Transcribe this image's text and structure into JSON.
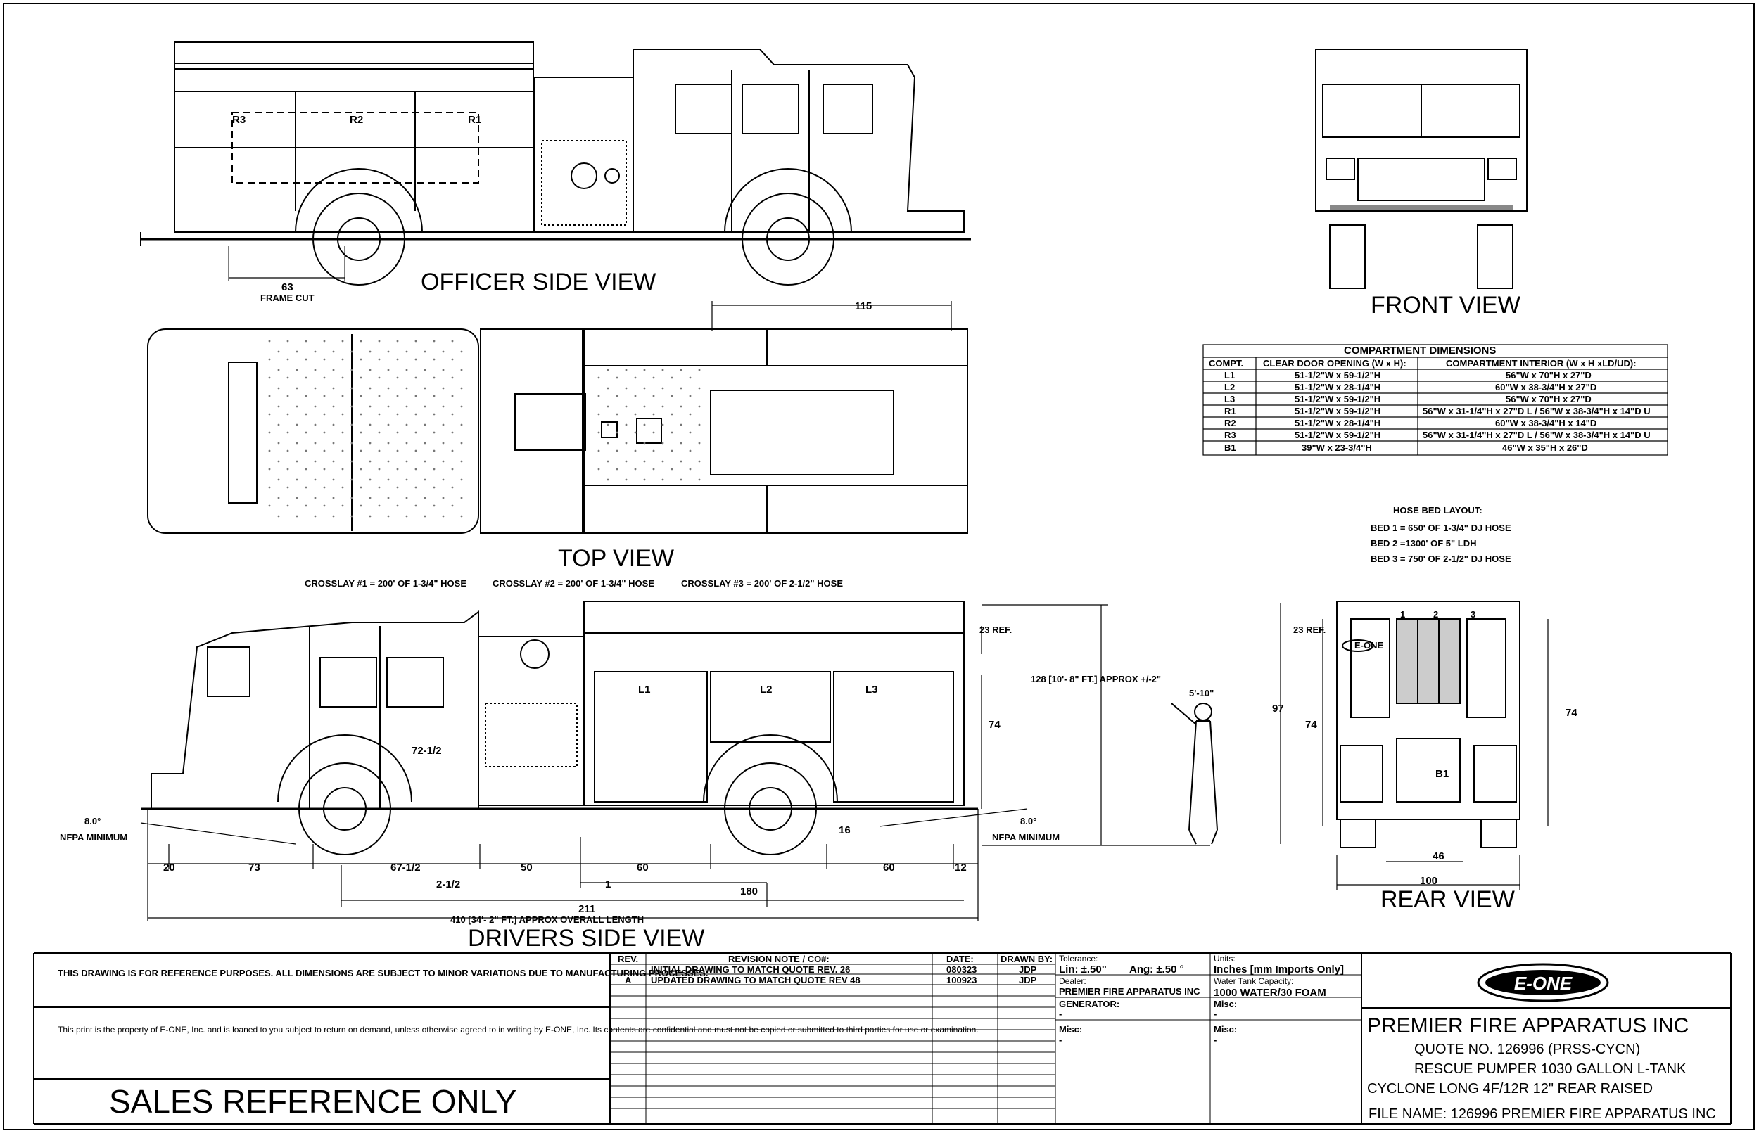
{
  "views": {
    "officer_side": "OFFICER SIDE VIEW",
    "front": "FRONT VIEW",
    "top": "TOP VIEW",
    "drivers_side": "DRIVERS SIDE VIEW",
    "rear": "REAR VIEW"
  },
  "officer_side": {
    "compartments": [
      "R3",
      "R2",
      "R1"
    ],
    "frame_cut_value": "63",
    "frame_cut_label": "FRAME CUT"
  },
  "top_view": {
    "dim_115": "115"
  },
  "crosslays": {
    "c1": "CROSSLAY #1 = 200' OF 1-3/4\" HOSE",
    "c2": "CROSSLAY #2 = 200' OF 1-3/4\" HOSE",
    "c3": "CROSSLAY #3 = 200' OF 2-1/2\" HOSE"
  },
  "drivers_side": {
    "compartments": [
      "L1",
      "L2",
      "L3"
    ],
    "cab_dim": "72-1/2",
    "ref23": "23 REF.",
    "overall_height": "128 [10'- 8\" FT.] APPROX +/-2\"",
    "height74": "74",
    "person_height": "5'-10\"",
    "nfpa_angle": "8.0°",
    "nfpa_label": "NFPA MINIMUM",
    "dim16": "16",
    "bottom_dims": [
      "20",
      "73",
      "67-1/2",
      "50",
      "60",
      "60",
      "12"
    ],
    "dim_2_1_2": "2-1/2",
    "dim_1": "1",
    "dim_180": "180",
    "dim_211": "211",
    "overall_length": "410 [34'- 2\" FT.] APPROX OVERALL LENGTH"
  },
  "compartment_table": {
    "title": "COMPARTMENT DIMENSIONS",
    "headers": [
      "COMPT.",
      "CLEAR DOOR OPENING (W x H):",
      "COMPARTMENT INTERIOR (W x H xLD/UD):"
    ],
    "rows": [
      [
        "L1",
        "51-1/2\"W x 59-1/2\"H",
        "56\"W x 70\"H x 27\"D"
      ],
      [
        "L2",
        "51-1/2\"W x 28-1/4\"H",
        "60\"W x 38-3/4\"H x 27\"D"
      ],
      [
        "L3",
        "51-1/2\"W x 59-1/2\"H",
        "56\"W x 70\"H x 27\"D"
      ],
      [
        "R1",
        "51-1/2\"W x 59-1/2\"H",
        "56\"W x 31-1/4\"H x 27\"D L / 56\"W x 38-3/4\"H x 14\"D U"
      ],
      [
        "R2",
        "51-1/2\"W x 28-1/4\"H",
        "60\"W x 38-3/4\"H x 14\"D"
      ],
      [
        "R3",
        "51-1/2\"W x 59-1/2\"H",
        "56\"W x 31-1/4\"H x 27\"D L / 56\"W x 38-3/4\"H x 14\"D U"
      ],
      [
        "B1",
        "39\"W x 23-3/4\"H",
        "46\"W x 35\"H x 26\"D"
      ]
    ]
  },
  "hose_bed": {
    "title": "HOSE BED LAYOUT:",
    "lines": [
      "BED 1 = 650' OF 1-3/4\" DJ HOSE",
      "BED 2 =1300' OF 5\" LDH",
      "BED 3 = 750' OF 2-1/2\" DJ HOSE"
    ]
  },
  "rear_view": {
    "ref23": "23 REF.",
    "dim97": "97",
    "dim74a": "74",
    "dim74b": "74",
    "dim46": "46",
    "dim100": "100",
    "bed_numbers": [
      "1",
      "2",
      "3"
    ],
    "b1": "B1",
    "badge": "E-ONE"
  },
  "title_block": {
    "disclaimer1": "THIS DRAWING IS FOR REFERENCE PURPOSES. ALL DIMENSIONS ARE SUBJECT TO MINOR VARIATIONS DUE TO MANUFACTURING PROCESSES.",
    "disclaimer2": "This print is the property of E-ONE, Inc. and is loaned to you subject to return on demand, unless otherwise agreed to in writing by E-ONE, Inc. Its contents are confidential and must not be copied or submitted to third parties for use or examination.",
    "sales_ref": "SALES REFERENCE ONLY",
    "rev_headers": [
      "REV.",
      "REVISION NOTE / CO#:",
      "DATE:",
      "DRAWN BY:"
    ],
    "revisions": [
      [
        "-",
        "INITIAL DRAWING TO MATCH QUOTE REV. 26",
        "080323",
        "JDP"
      ],
      [
        "A",
        "UPDATED DRAWING TO MATCH QUOTE REV 48",
        "100923",
        "JDP"
      ]
    ],
    "tolerance_label": "Tolerance:",
    "tolerance_lin": "Lin: ±.50\"",
    "tolerance_ang": "Ang: ±.50 °",
    "units_label": "Units:",
    "units_value": "Inches [mm Imports Only]",
    "dealer_label": "Dealer:",
    "dealer_value": "PREMIER FIRE APPARATUS INC",
    "water_label": "Water Tank Capacity:",
    "water_value": "1000 WATER/30 FOAM",
    "generator_label": "GENERATOR:",
    "generator_value": "-",
    "misc1_label": "Misc:",
    "misc1_value": "-",
    "misc2_label": "Misc:",
    "misc2_value": "-",
    "misc3_label": "Misc:",
    "misc3_value": "-",
    "logo": "E-ONE",
    "company": "PREMIER FIRE APPARATUS INC",
    "quote": "QUOTE NO. 126996 (PRSS-CYCN)",
    "model": "RESCUE PUMPER 1030 GALLON L-TANK",
    "chassis": "CYCLONE LONG 4F/12R 12\" REAR RAISED",
    "file_name": "FILE NAME: 126996 PREMIER FIRE APPARATUS INC"
  },
  "colors": {
    "line": "#000000",
    "paper": "#ffffff",
    "shade": "#888888"
  }
}
